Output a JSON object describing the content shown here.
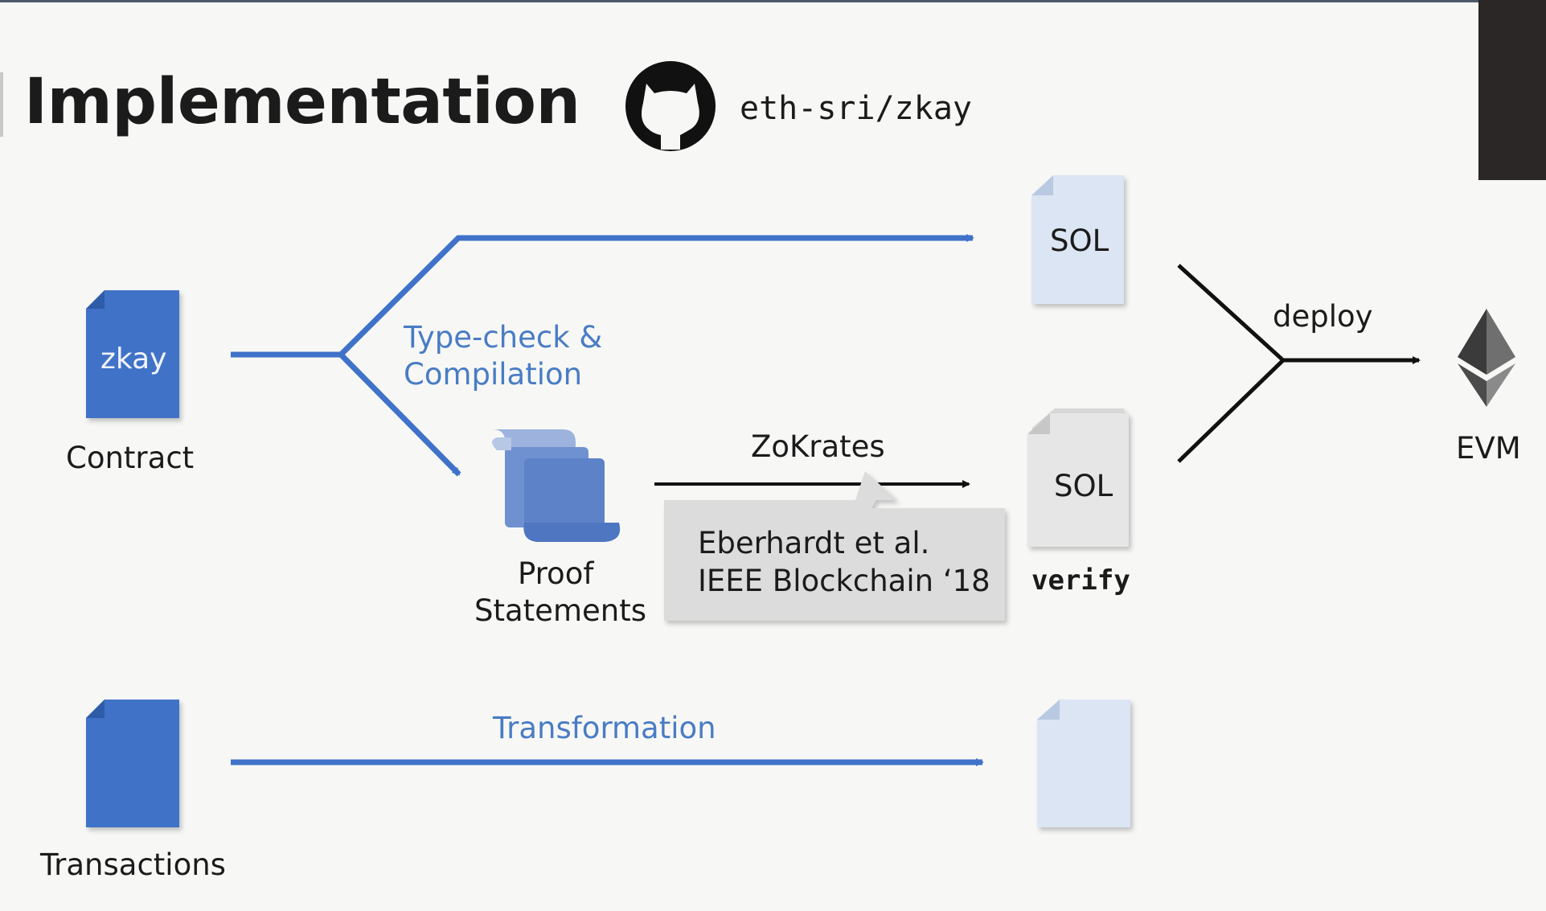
{
  "title": "Implementation",
  "repo": {
    "icon": "github-icon",
    "text": "eth-sri/zkay"
  },
  "contract": {
    "file_text": "zkay",
    "label": "Contract"
  },
  "typecheck": {
    "line1": "Type-check &",
    "line2": "Compilation"
  },
  "proof": {
    "line1": "Proof",
    "line2": "Statements"
  },
  "zokrates": {
    "label": "ZoKrates",
    "citation_line1": "Eberhardt et al.",
    "citation_line2": "IEEE Blockchain ‘18"
  },
  "sol_top": {
    "file_text": "SOL"
  },
  "sol_verify": {
    "file_text": "SOL",
    "caption": "verify"
  },
  "deploy": {
    "label": "deploy"
  },
  "evm": {
    "label": "EVM",
    "icon": "ethereum-icon"
  },
  "transactions": {
    "label": "Transactions"
  },
  "transformation": {
    "label": "Transformation"
  },
  "colors": {
    "accent": "#3f72c8",
    "light_file": "#dbe5f4",
    "grey_file": "#e6e6e6",
    "text_blue": "#4a7cc4"
  }
}
